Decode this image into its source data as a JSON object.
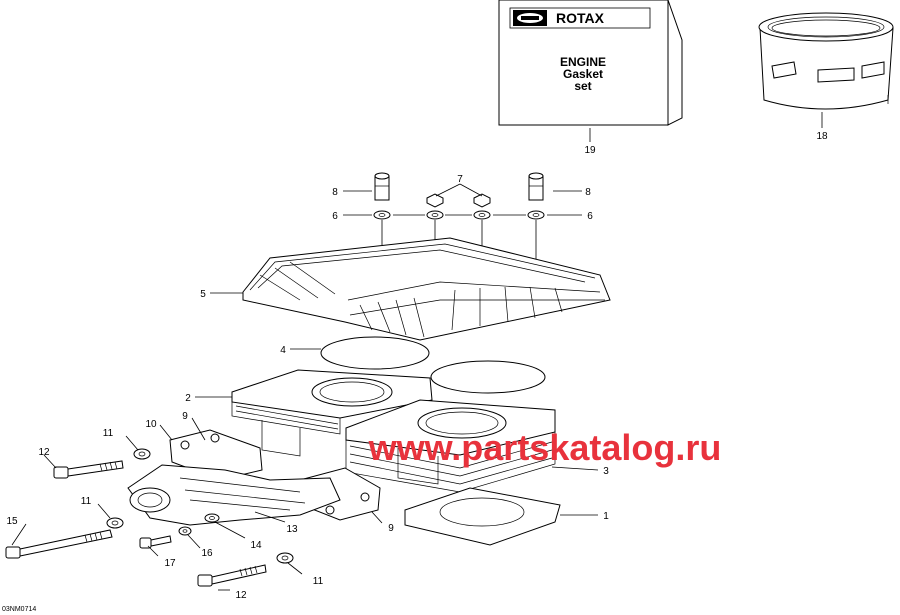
{
  "gasket_box": {
    "brand": "ROTAX",
    "line1": "ENGINE",
    "line2": "Gasket",
    "line3": "set"
  },
  "watermark": "www.partskatalog.ru",
  "drawing_code": "03NM0714",
  "callouts": {
    "c1": "1",
    "c2": "2",
    "c3": "3",
    "c4": "4",
    "c5": "5",
    "c6a": "6",
    "c6b": "6",
    "c7": "7",
    "c8a": "8",
    "c8b": "8",
    "c9a": "9",
    "c9b": "9",
    "c10": "10",
    "c11a": "11",
    "c11b": "11",
    "c11c": "11",
    "c12a": "12",
    "c12b": "12",
    "c13": "13",
    "c14": "14",
    "c15": "15",
    "c16": "16",
    "c17": "17",
    "c18": "18",
    "c19": "19"
  }
}
